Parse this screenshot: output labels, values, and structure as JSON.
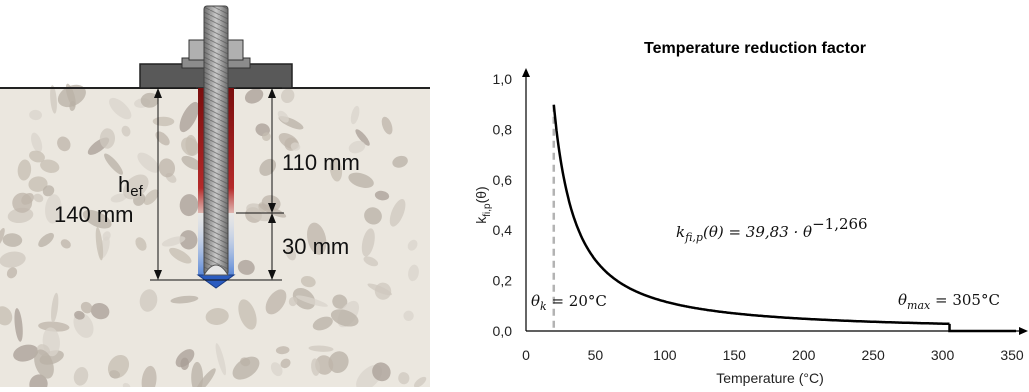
{
  "anchor_diagram": {
    "embedment_symbol": "h",
    "embedment_subscript": "ef",
    "embedment_depth": "140 mm",
    "upper_segment": "110 mm",
    "lower_segment": "30 mm"
  },
  "chart_data": {
    "type": "line",
    "title": "Temperature reduction factor",
    "xlabel": "Temperature (°C)",
    "ylabel_base": "k",
    "ylabel_sub": "fi,p",
    "ylabel_arg": "(θ)",
    "xlim": [
      0,
      350
    ],
    "ylim": [
      0,
      1.0
    ],
    "xticks": [
      "0",
      "50",
      "100",
      "150",
      "200",
      "250",
      "300",
      "350"
    ],
    "yticks": [
      "0,0",
      "0,2",
      "0,4",
      "0,6",
      "0,8",
      "1,0"
    ],
    "formula": {
      "lhs_k": "k",
      "lhs_sub": "fi,p",
      "lhs_arg": "(θ) = 39,83 · θ",
      "exponent": "−1,266"
    },
    "coefficient": 39.83,
    "exponent_value": -1.266,
    "theta_k": {
      "symbol": "θ",
      "sub": "k",
      "text": " = 20°C",
      "value": 20
    },
    "theta_max": {
      "symbol": "θ",
      "sub": "max",
      "text": " = 305°C",
      "value": 305
    },
    "grid": false,
    "colors": {
      "curve": "#000000",
      "reference_line": "#b3b3b3"
    }
  }
}
